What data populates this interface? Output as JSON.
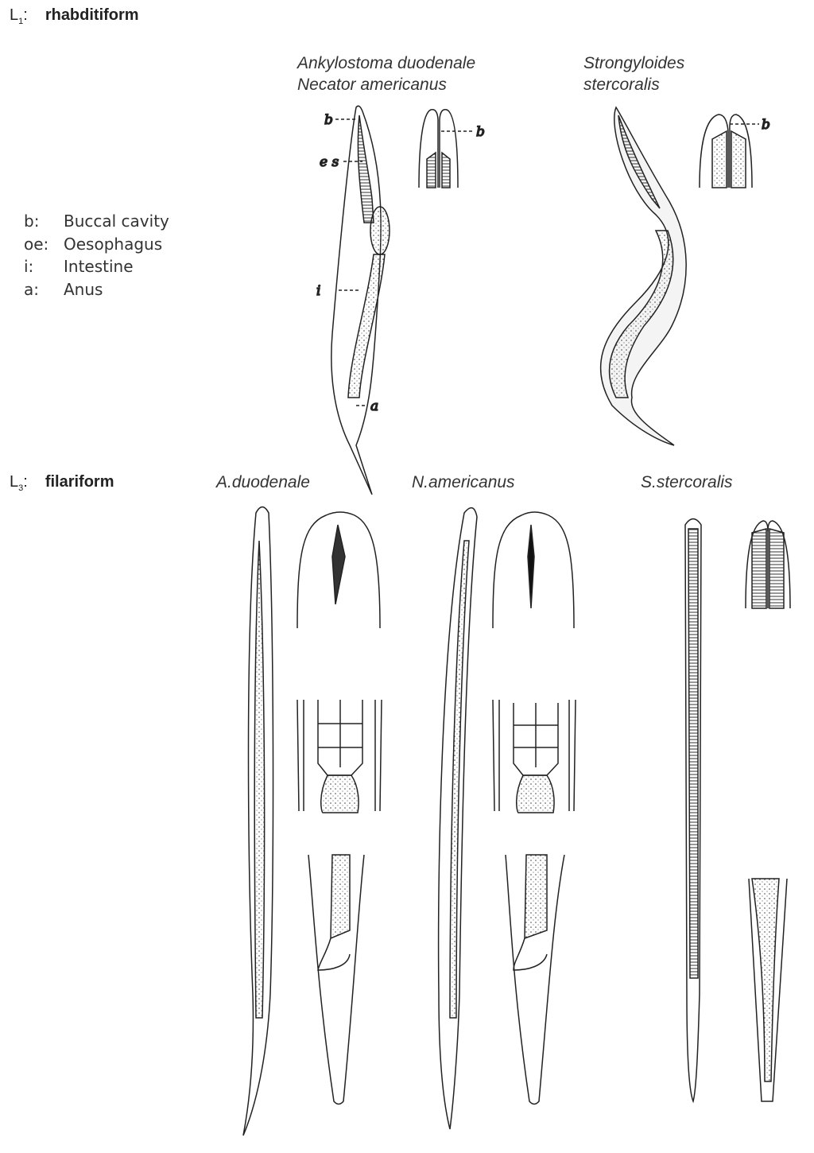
{
  "stages": [
    {
      "level": "L",
      "sub": "1",
      "name": "rhabditiform"
    },
    {
      "level": "L",
      "sub": "3",
      "name": "filariform"
    }
  ],
  "legend": [
    {
      "key": "b:",
      "value": "Buccal cavity"
    },
    {
      "key": "oe:",
      "value": "Oesophagus"
    },
    {
      "key": "i:",
      "value": "Intestine"
    },
    {
      "key": "a:",
      "value": "Anus"
    }
  ],
  "l1_titles": {
    "hookworm_line1": "Ankylostoma duodenale",
    "hookworm_line2": "Necator americanus",
    "strongyloides_line1": "Strongyloides",
    "strongyloides_line2": "stercoralis"
  },
  "l3_titles": {
    "a_duodenale": "A.duodenale",
    "n_americanus": "N.americanus",
    "s_stercoralis": "S.stercoralis"
  },
  "figure_labels": {
    "b": "b",
    "es": "e s",
    "i": "i",
    "a": "a"
  }
}
